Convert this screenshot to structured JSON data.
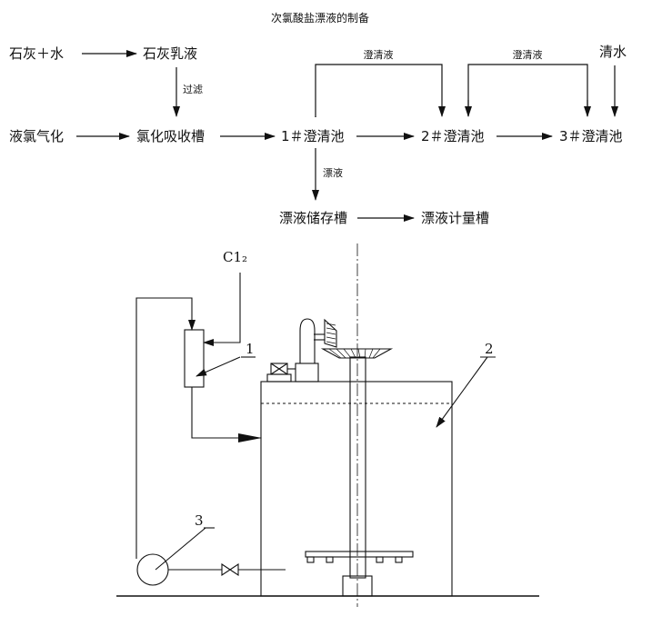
{
  "flow": {
    "title": "次氯酸盐漂液的制备",
    "lime_water": "石灰＋水",
    "lime_milk": "石灰乳液",
    "filter_label": "过滤",
    "liquid_chlorine": "液氯气化",
    "absorption_tank": "氯化吸收槽",
    "pool1": "1＃澄清池",
    "pool2": "2＃澄清池",
    "pool3": "3＃澄清池",
    "clear_liquid_1": "澄清液",
    "clear_liquid_2": "澄清液",
    "clean_water": "清水",
    "bleach_label": "漂液",
    "storage_tank": "漂液储存槽",
    "metering_tank": "漂液计量槽"
  },
  "apparatus": {
    "chlorine_inlet": "C1₂",
    "label_1": "1",
    "label_2": "2",
    "label_3": "3"
  }
}
